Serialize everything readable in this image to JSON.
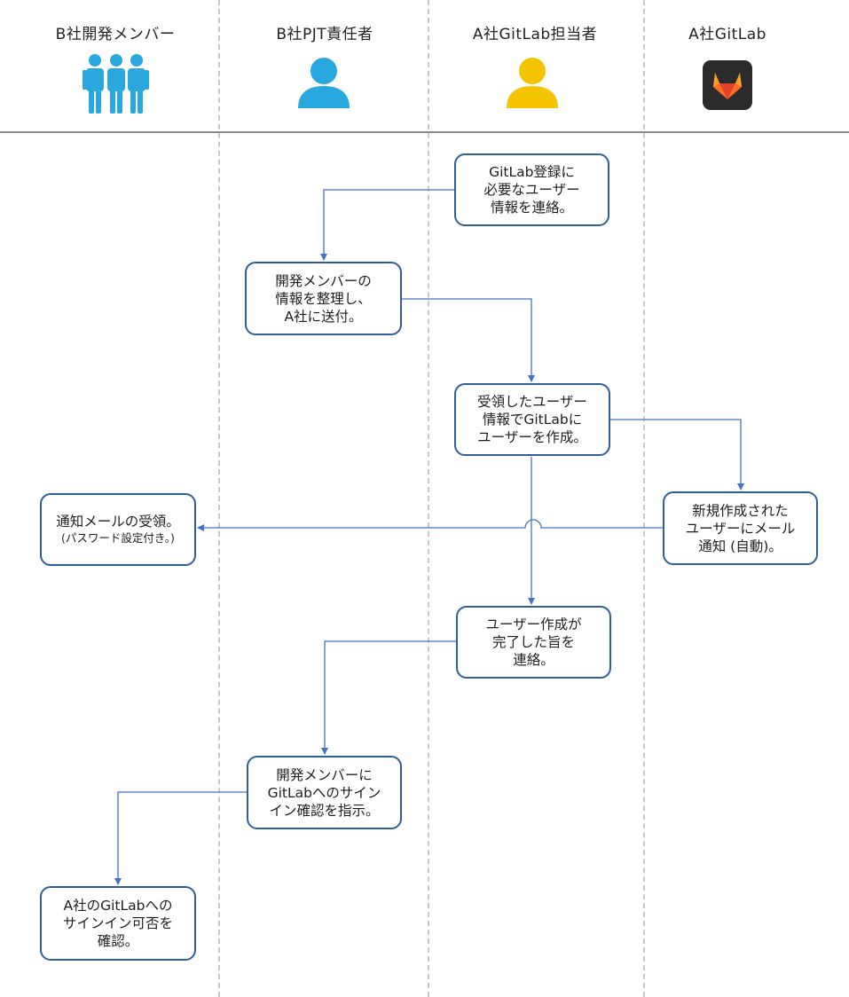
{
  "lanes": [
    {
      "title": "B社開発メンバー",
      "icon": "team-icon",
      "icon_color": "#29a8e0"
    },
    {
      "title": "B社PJT責任者",
      "icon": "user-icon",
      "icon_color": "#29a8e0"
    },
    {
      "title": "A社GitLab担当者",
      "icon": "user-icon",
      "icon_color": "#f5c400"
    },
    {
      "title": "A社GitLab",
      "icon": "gitlab-logo-icon",
      "icon_color": "#2b2b2b"
    }
  ],
  "steps": {
    "request_info": [
      "GitLab登録に",
      "必要なユーザー",
      "情報を連絡。"
    ],
    "send_info": [
      "開発メンバーの",
      "情報を整理し、",
      "A社に送付。"
    ],
    "create_user": [
      "受領したユーザー",
      "情報でGitLabに",
      "ユーザーを作成。"
    ],
    "notify_mail": [
      "新規作成された",
      "ユーザーにメール",
      "通知 (自動)。"
    ],
    "receive_mail": [
      "通知メールの受領。",
      "(パスワード設定付き。)"
    ],
    "report_done": [
      "ユーザー作成が",
      "完了した旨を",
      "連絡。"
    ],
    "instruct_signin": [
      "開発メンバーに",
      "GitLabへのサイン",
      "イン確認を指示。"
    ],
    "confirm_signin": [
      "A社のGitLabへの",
      "サインイン可否を",
      "確認。"
    ]
  },
  "colors": {
    "box_border": "#2f5f98",
    "arrow": "#4472c4",
    "lane_divider": "#c8c8c8",
    "header_line": "#8a8a8a",
    "gitlab_bg": "#2b2b2b",
    "gitlab_orange": "#e24329",
    "gitlab_light": "#fca326",
    "gitlab_mid": "#fc6d26"
  }
}
